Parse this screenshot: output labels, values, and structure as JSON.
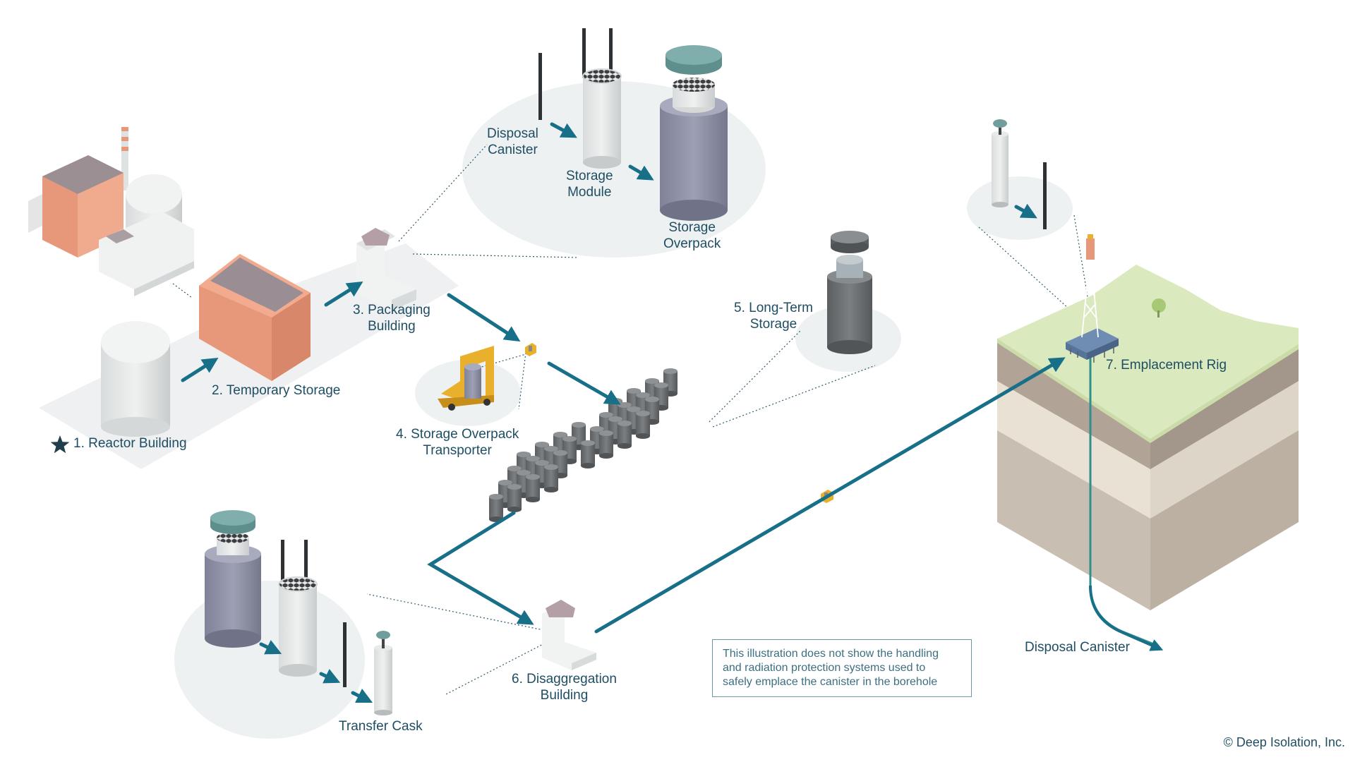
{
  "labels": {
    "reactor_building": "1. Reactor Building",
    "temporary_storage": "2. Temporary Storage",
    "packaging_building_1": "3. Packaging",
    "packaging_building_2": "Building",
    "transporter_1": "4. Storage Overpack",
    "transporter_2": "Transporter",
    "long_term_1": "5. Long-Term",
    "long_term_2": "Storage",
    "disaggregation_1": "6. Disaggregation",
    "disaggregation_2": "Building",
    "emplacement_rig": "7. Emplacement Rig",
    "disposal_canister_top_1": "Disposal",
    "disposal_canister_top_2": "Canister",
    "storage_module_1": "Storage",
    "storage_module_2": "Module",
    "storage_overpack_1": "Storage",
    "storage_overpack_2": "Overpack",
    "transfer_cask": "Transfer Cask",
    "disposal_canister_bottom": "Disposal Canister"
  },
  "note": {
    "line1": "This illustration does not show the handling",
    "line2": "and radiation protection systems used to",
    "line3": "safely emplace the canister in the borehole"
  },
  "copyright": "© Deep Isolation, Inc.",
  "icons": {
    "start_marker": "star-icon"
  },
  "colors": {
    "flow_arrow": "#176f88",
    "label_text": "#1f4e63",
    "callout_bubble": "#eef1f2",
    "ground_green": "#dbe9bf",
    "brick": "#e8987a",
    "cask_blue": "#8c8fa6",
    "lid_teal": "#6f9e9c",
    "canister_gray": "#6e7274"
  }
}
